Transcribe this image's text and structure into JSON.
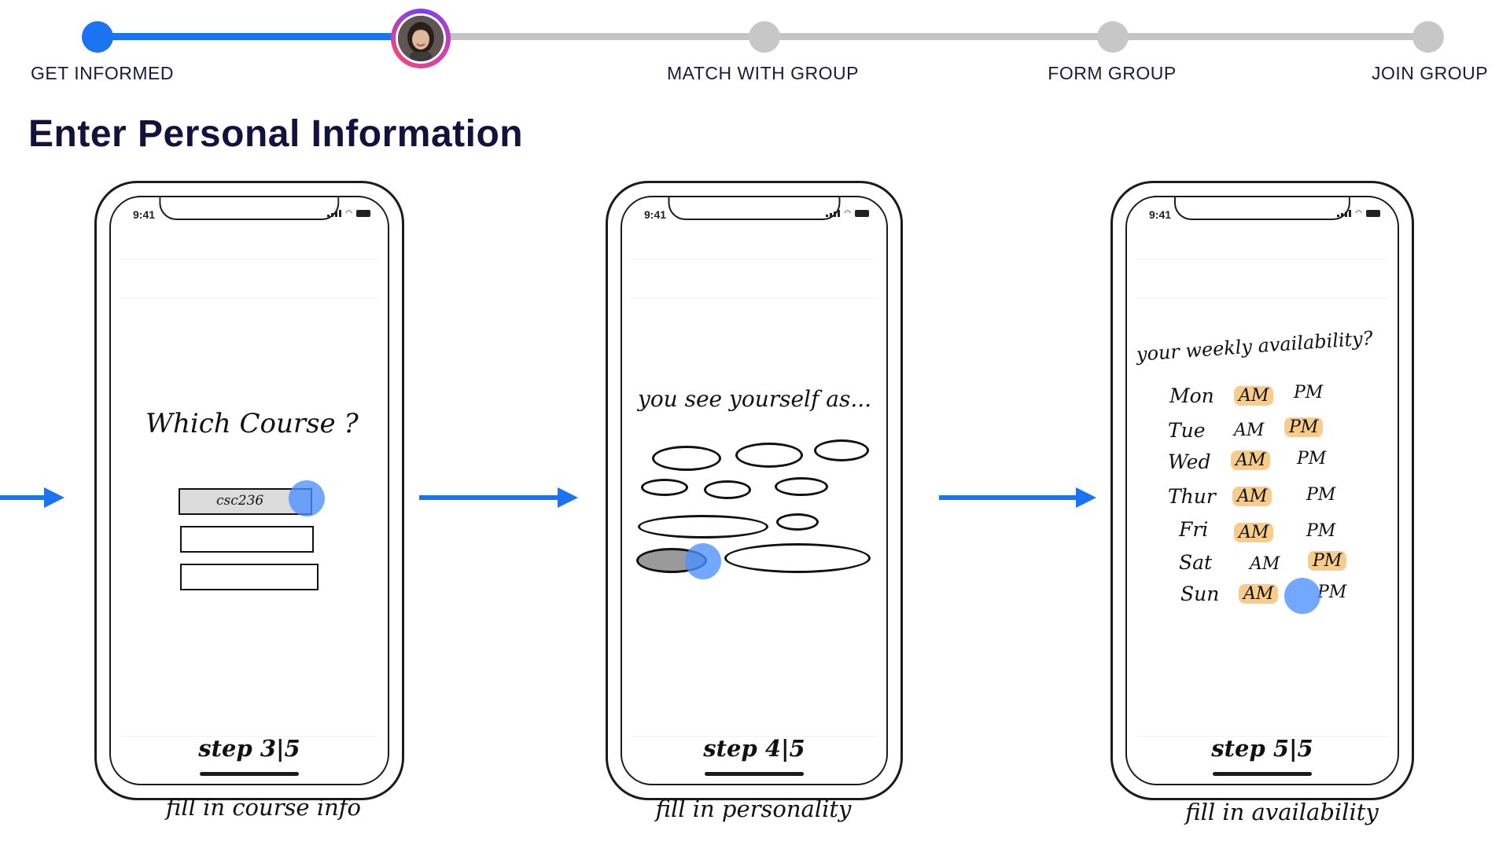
{
  "stepper": {
    "steps": [
      {
        "label": "GET INFORMED",
        "state": "done"
      },
      {
        "label": "",
        "state": "current"
      },
      {
        "label": "MATCH WITH GROUP",
        "state": "todo"
      },
      {
        "label": "FORM GROUP",
        "state": "todo"
      },
      {
        "label": "JOIN GROUP",
        "state": "todo"
      }
    ],
    "progress_color": "#1a73f0",
    "remaining_color": "#c4c4c4"
  },
  "page_title": "Enter Personal Information",
  "phones": [
    {
      "time": "9:41",
      "question": "Which Course ?",
      "input_value": "csc236",
      "step": "step 3|5",
      "caption": "fill in course info"
    },
    {
      "time": "9:41",
      "question": "you see yourself as...",
      "step": "step 4|5",
      "caption": "fill in personality"
    },
    {
      "time": "9:41",
      "question": "your weekly availability?",
      "days": [
        {
          "day": "Mon",
          "am": "AM",
          "pm": "PM",
          "selected": "am"
        },
        {
          "day": "Tue",
          "am": "AM",
          "pm": "PM",
          "selected": "pm"
        },
        {
          "day": "Wed",
          "am": "AM",
          "pm": "PM",
          "selected": "am"
        },
        {
          "day": "Thur",
          "am": "AM",
          "pm": "PM",
          "selected": "am"
        },
        {
          "day": "Fri",
          "am": "AM",
          "pm": "PM",
          "selected": "am"
        },
        {
          "day": "Sat",
          "am": "AM",
          "pm": "PM",
          "selected": "pm"
        },
        {
          "day": "Sun",
          "am": "AM",
          "pm": "PM",
          "selected": "am"
        }
      ],
      "step": "step 5|5",
      "caption": "fill in availability"
    }
  ],
  "colors": {
    "accent": "#1a73f0",
    "tap_indicator": "#4a90ff",
    "selection_highlight": "#f8cc8a",
    "title": "#13123d"
  }
}
